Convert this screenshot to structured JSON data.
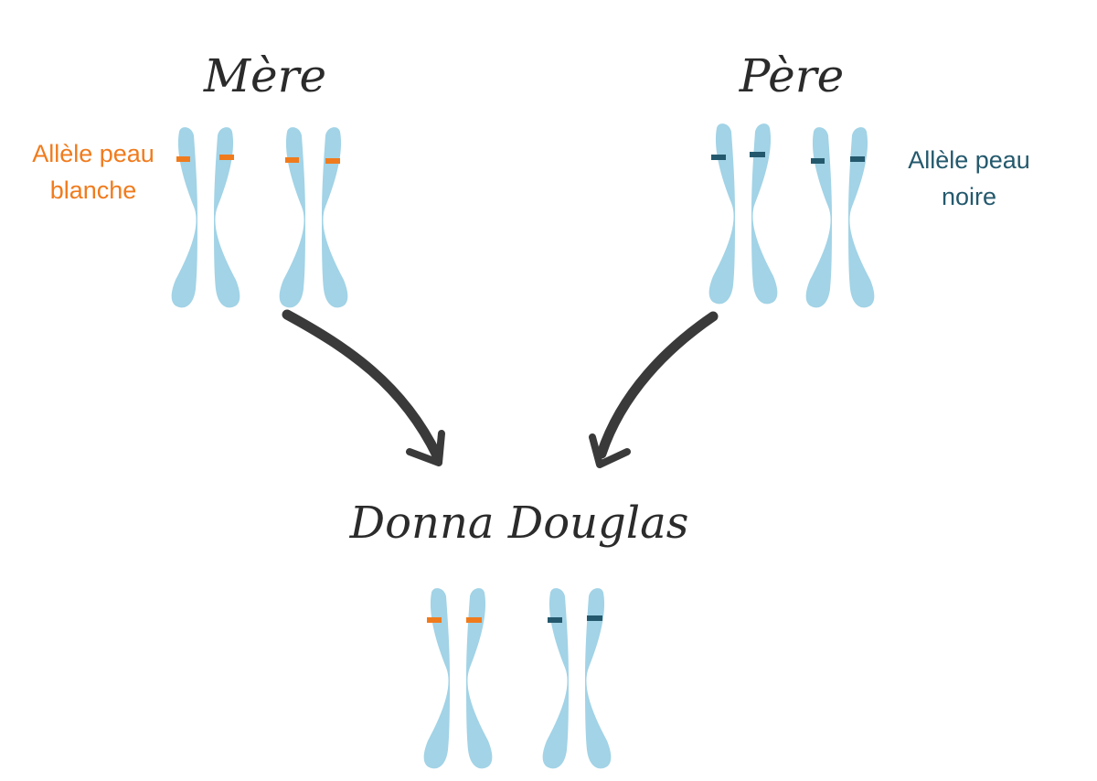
{
  "parents": {
    "mother": {
      "title": "Mère",
      "allele_label_line1": "Allèle peau",
      "allele_label_line2": "blanche"
    },
    "father": {
      "title": "Père",
      "allele_label_line1": "Allèle peau",
      "allele_label_line2": "noire"
    }
  },
  "child": {
    "title": "Donna Douglas"
  },
  "colors": {
    "chromosome": "#a2d3e6",
    "white_skin_allele": "#f07b1d",
    "black_skin_allele": "#24596d",
    "arrow": "#3a3a3a",
    "title_text": "#2b2b2b"
  },
  "icons": {
    "chromosome": "chromosome-icon",
    "inheritance_arrow": "arrow-icon"
  }
}
